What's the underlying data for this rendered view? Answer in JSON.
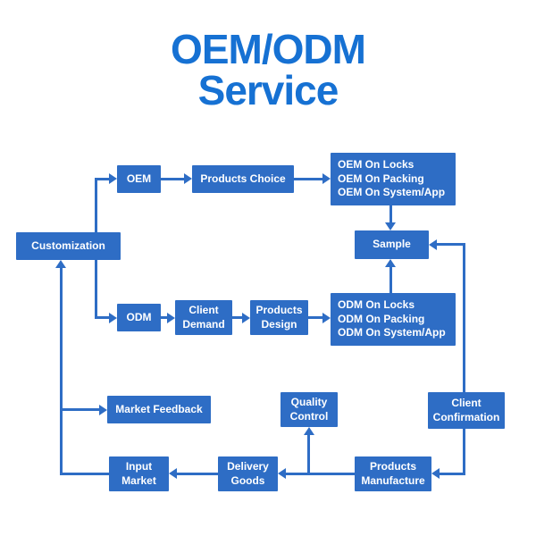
{
  "title": {
    "line1": "OEM/ODM",
    "line2": "Service"
  },
  "colors": {
    "box_blue": "#2e6dc5",
    "title_blue": "#1671d3",
    "box_text": "#ffffff",
    "background": "#ffffff"
  },
  "nodes": {
    "customization": {
      "label": "Customization"
    },
    "oem": {
      "label": "OEM"
    },
    "products_choice": {
      "label": "Products Choice"
    },
    "oem_options": {
      "label": "OEM On Locks\nOEM On Packing\nOEM On System/App"
    },
    "sample": {
      "label": "Sample"
    },
    "odm": {
      "label": "ODM"
    },
    "client_demand": {
      "label": "Client\nDemand"
    },
    "products_design": {
      "label": "Products\nDesign"
    },
    "odm_options": {
      "label": "ODM On Locks\nODM On Packing\nODM On System/App"
    },
    "market_feedback": {
      "label": "Market Feedback"
    },
    "quality_control": {
      "label": "Quality\nControl"
    },
    "client_confirmation": {
      "label": "Client\nConfirmation"
    },
    "input_market": {
      "label": "Input\nMarket"
    },
    "delivery_goods": {
      "label": "Delivery\nGoods"
    },
    "products_manufacture": {
      "label": "Products\nManufacture"
    }
  },
  "edges": [
    {
      "from": "customization",
      "to": "oem"
    },
    {
      "from": "customization",
      "to": "odm"
    },
    {
      "from": "oem",
      "to": "products_choice"
    },
    {
      "from": "products_choice",
      "to": "oem_options"
    },
    {
      "from": "oem_options",
      "to": "sample"
    },
    {
      "from": "odm",
      "to": "client_demand"
    },
    {
      "from": "client_demand",
      "to": "products_design"
    },
    {
      "from": "products_design",
      "to": "odm_options"
    },
    {
      "from": "odm_options",
      "to": "sample"
    },
    {
      "from": "client_confirmation",
      "to": "sample"
    },
    {
      "from": "client_confirmation",
      "to": "products_manufacture"
    },
    {
      "from": "products_manufacture",
      "to": "quality_control"
    },
    {
      "from": "products_manufacture",
      "to": "delivery_goods"
    },
    {
      "from": "delivery_goods",
      "to": "input_market"
    },
    {
      "from": "input_market",
      "to": "market_feedback"
    },
    {
      "from": "input_market",
      "to": "customization"
    }
  ]
}
